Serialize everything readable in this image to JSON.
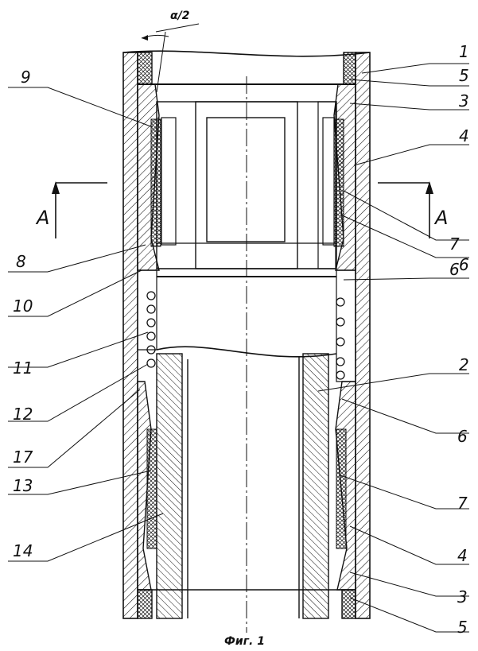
{
  "figure": {
    "caption": "Фиг. 1",
    "angle_label": "α/2",
    "section_label_left": "А",
    "section_label_right": "А"
  },
  "callouts": {
    "right": [
      "1",
      "5",
      "3",
      "4",
      "7",
      "6",
      "6",
      "2",
      "6",
      "7",
      "4",
      "3",
      "5"
    ],
    "left": [
      "9",
      "8",
      "10",
      "11",
      "12",
      "17",
      "13",
      "14"
    ]
  },
  "colors": {
    "ink": "#111111",
    "paper": "#ffffff"
  }
}
